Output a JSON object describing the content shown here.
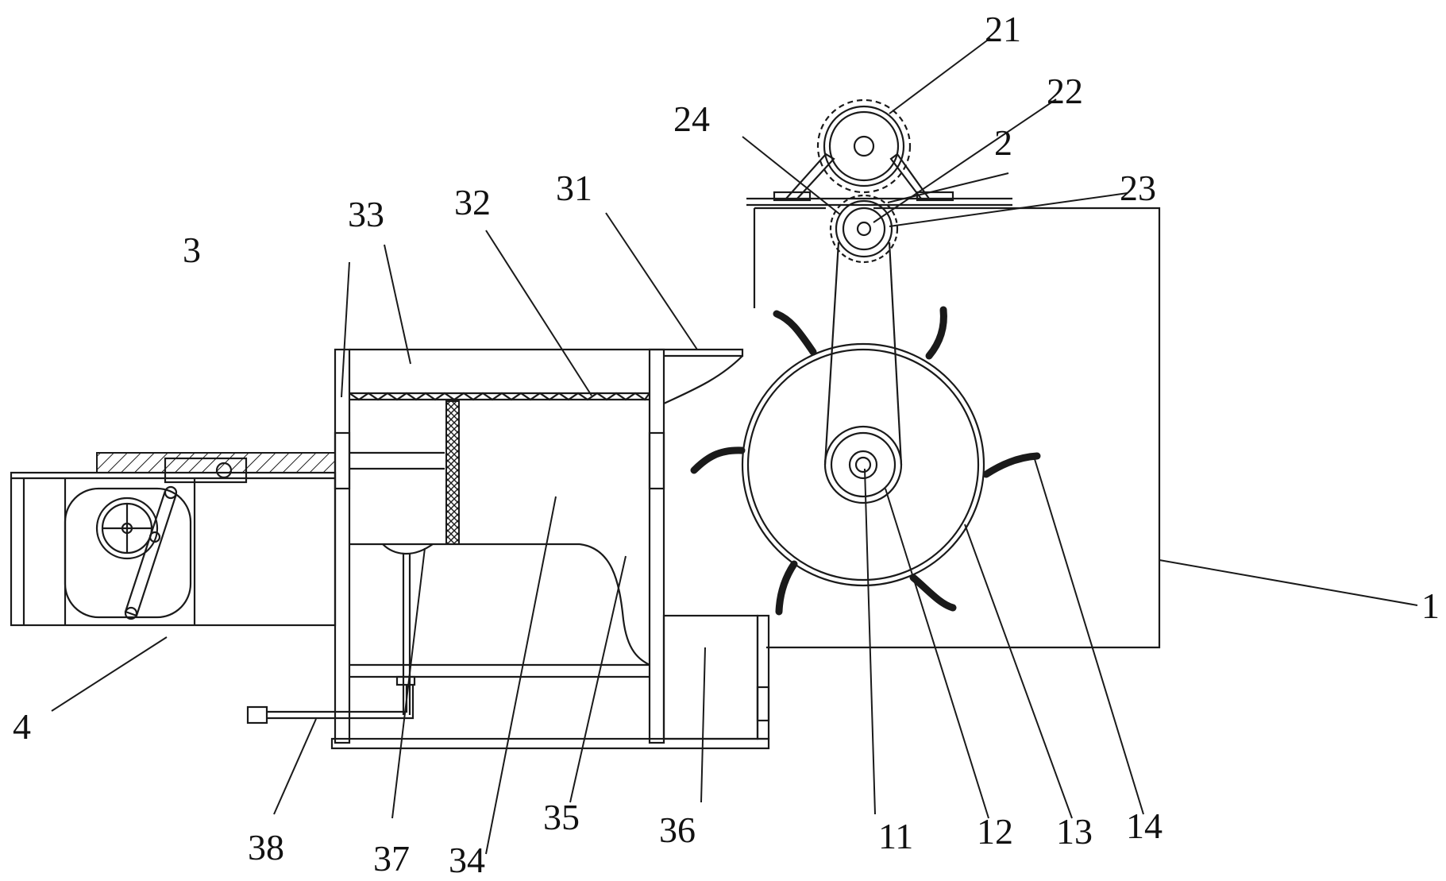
{
  "figure": {
    "labels": {
      "l1": "1",
      "l2": "2",
      "l3": "3",
      "l4": "4",
      "l11": "11",
      "l12": "12",
      "l13": "13",
      "l14": "14",
      "l21": "21",
      "l22": "22",
      "l23": "23",
      "l24": "24",
      "l31": "31",
      "l32": "32",
      "l33": "33",
      "l34": "34",
      "l35": "35",
      "l36": "36",
      "l37": "37",
      "l38": "38"
    },
    "colors": {
      "line": "#1a1a1a",
      "background": "#ffffff"
    }
  }
}
